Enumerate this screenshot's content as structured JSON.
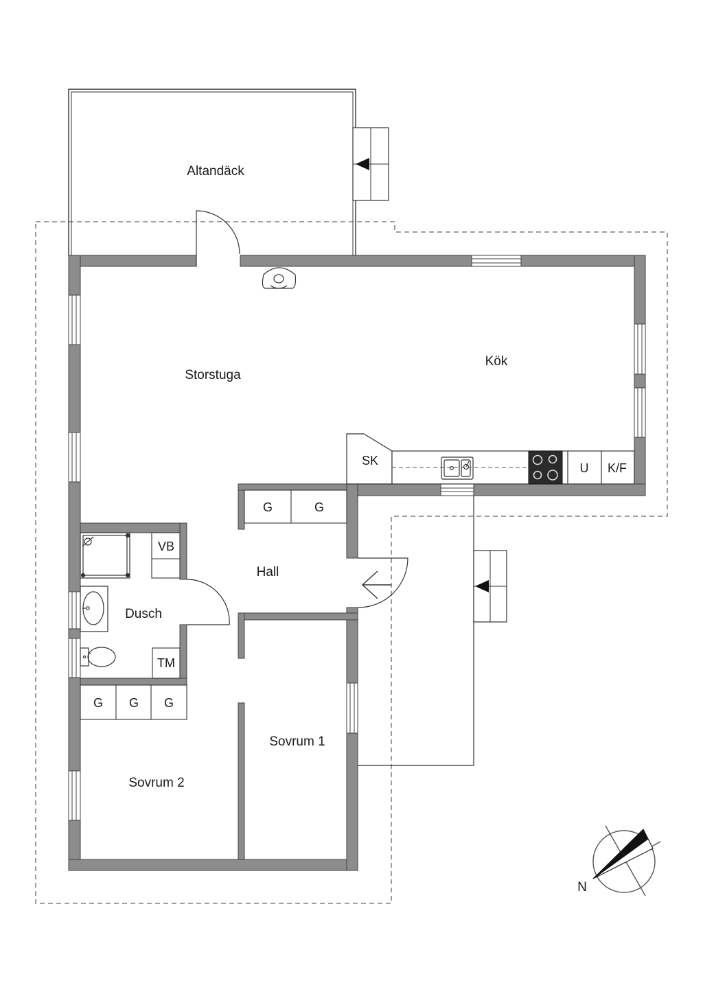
{
  "rooms": {
    "altandack": "Altandäck",
    "storstuga": "Storstuga",
    "kok": "Kök",
    "hall": "Hall",
    "dusch": "Dusch",
    "sovrum1": "Sovrum 1",
    "sovrum2": "Sovrum 2"
  },
  "fixtures": {
    "sk": "SK",
    "u": "U",
    "kf": "K/F",
    "vb": "VB",
    "tm": "TM",
    "g": "G"
  },
  "compass": {
    "north": "N"
  },
  "colors": {
    "wall": "#8c8c8c",
    "wall_edge": "#404040",
    "line": "#333333",
    "dashed": "#666666",
    "stove": "#2b2b2b"
  }
}
